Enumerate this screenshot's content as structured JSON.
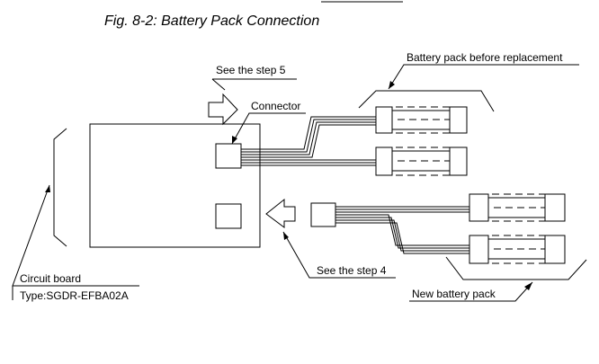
{
  "figure": {
    "caption": "Fig. 8-2: Battery Pack Connection"
  },
  "labels": {
    "see_step_5": "See the step 5",
    "connector": "Connector",
    "battery_before": "Battery pack before replacement",
    "see_step_4": "See the step 4",
    "new_battery": "New battery pack",
    "circuit_board": "Circuit board",
    "board_type": "Type:SGDR-EFBA02A"
  }
}
